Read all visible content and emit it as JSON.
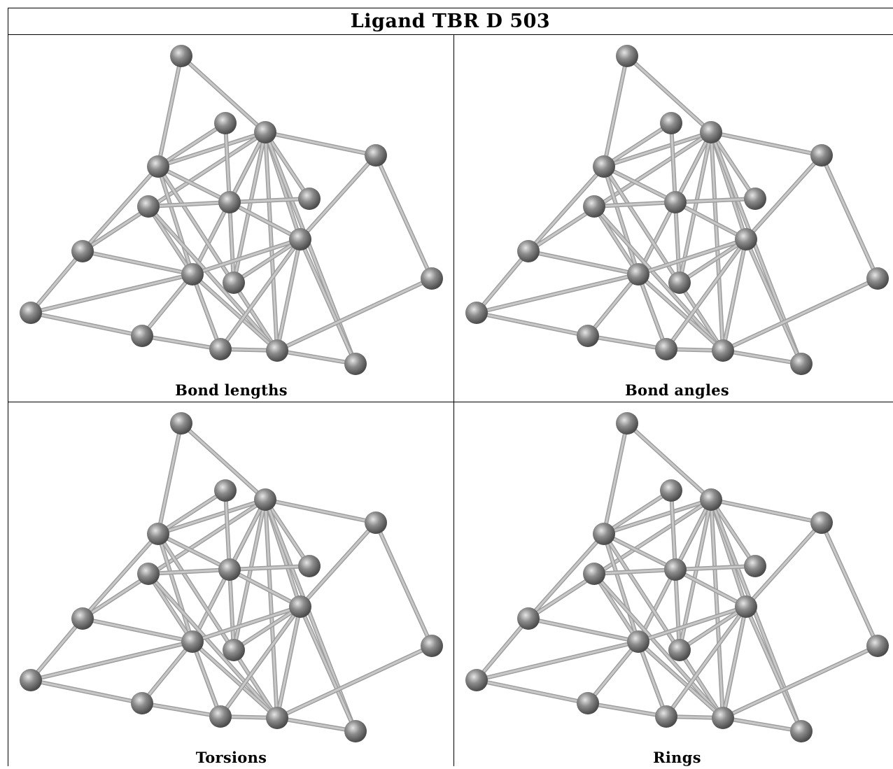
{
  "title": "Ligand TBR D 503",
  "panels": [
    {
      "caption": "Bond lengths"
    },
    {
      "caption": "Bond angles"
    },
    {
      "caption": "Torsions"
    },
    {
      "caption": "Rings"
    }
  ],
  "molecule": {
    "atom_color": "#8c8c8c",
    "bond_color": "#c8c8c8",
    "atoms": [
      {
        "id": "A1"
      },
      {
        "id": "A2"
      },
      {
        "id": "A3"
      },
      {
        "id": "A4"
      },
      {
        "id": "A5"
      },
      {
        "id": "A6"
      },
      {
        "id": "A7"
      },
      {
        "id": "A8"
      },
      {
        "id": "A9"
      },
      {
        "id": "A10"
      },
      {
        "id": "A11"
      },
      {
        "id": "A12"
      },
      {
        "id": "A13"
      },
      {
        "id": "A14"
      },
      {
        "id": "A15"
      },
      {
        "id": "A16"
      },
      {
        "id": "A17"
      },
      {
        "id": "A18"
      }
    ],
    "bonds": [
      [
        "A1",
        "A5"
      ],
      [
        "A1",
        "A3"
      ],
      [
        "A3",
        "A5"
      ],
      [
        "A2",
        "A5"
      ],
      [
        "A3",
        "A4"
      ],
      [
        "A5",
        "A9"
      ],
      [
        "A3",
        "A9"
      ],
      [
        "A2",
        "A7"
      ],
      [
        "A3",
        "A7"
      ],
      [
        "A3",
        "A8"
      ],
      [
        "A3",
        "A10"
      ],
      [
        "A3",
        "A11"
      ],
      [
        "A3",
        "A17"
      ],
      [
        "A3",
        "A14"
      ],
      [
        "A3",
        "A18"
      ],
      [
        "A5",
        "A7"
      ],
      [
        "A5",
        "A11"
      ],
      [
        "A5",
        "A17"
      ],
      [
        "A6",
        "A7"
      ],
      [
        "A7",
        "A8"
      ],
      [
        "A7",
        "A10"
      ],
      [
        "A7",
        "A14"
      ],
      [
        "A6",
        "A11"
      ],
      [
        "A6",
        "A17"
      ],
      [
        "A9",
        "A12"
      ],
      [
        "A9",
        "A11"
      ],
      [
        "A11",
        "A12"
      ],
      [
        "A12",
        "A13"
      ],
      [
        "A13",
        "A16"
      ],
      [
        "A16",
        "A17"
      ],
      [
        "A17",
        "A18"
      ],
      [
        "A11",
        "A16"
      ],
      [
        "A11",
        "A17"
      ],
      [
        "A11",
        "A10"
      ],
      [
        "A10",
        "A16"
      ],
      [
        "A10",
        "A17"
      ],
      [
        "A10",
        "A14"
      ],
      [
        "A10",
        "A18"
      ],
      [
        "A10",
        "A4"
      ],
      [
        "A4",
        "A15"
      ],
      [
        "A15",
        "A17"
      ],
      [
        "A16",
        "A11"
      ],
      [
        "A13",
        "A11"
      ]
    ]
  }
}
